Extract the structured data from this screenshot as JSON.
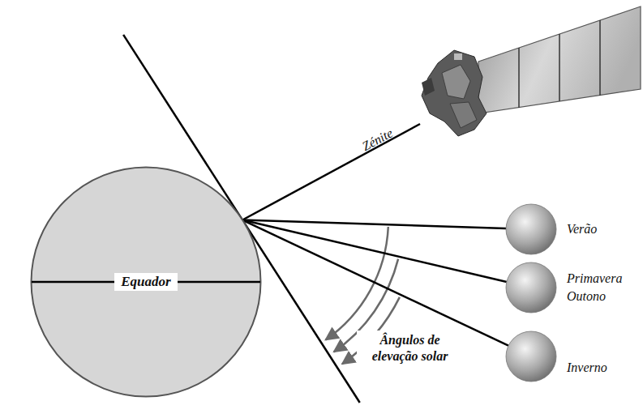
{
  "diagram": {
    "nodes": [
      {
        "text": [
          "Equador"
        ]
      },
      {
        "text": [
          "Verão"
        ]
      },
      {
        "text": [
          "Primavera Outono"
        ]
      },
      {
        "text": [
          "Inverno"
        ]
      }
    ],
    "edges": [
      {
        "from": 0,
        "to": 1,
        "arrow": "none"
      },
      {
        "from": 0,
        "to": 2,
        "arrow": "none"
      },
      {
        "from": 0,
        "to": 3,
        "arrow": "none"
      }
    ],
    "labels": [
      "Zénite",
      "Ângulos de elevação solar"
    ]
  }
}
